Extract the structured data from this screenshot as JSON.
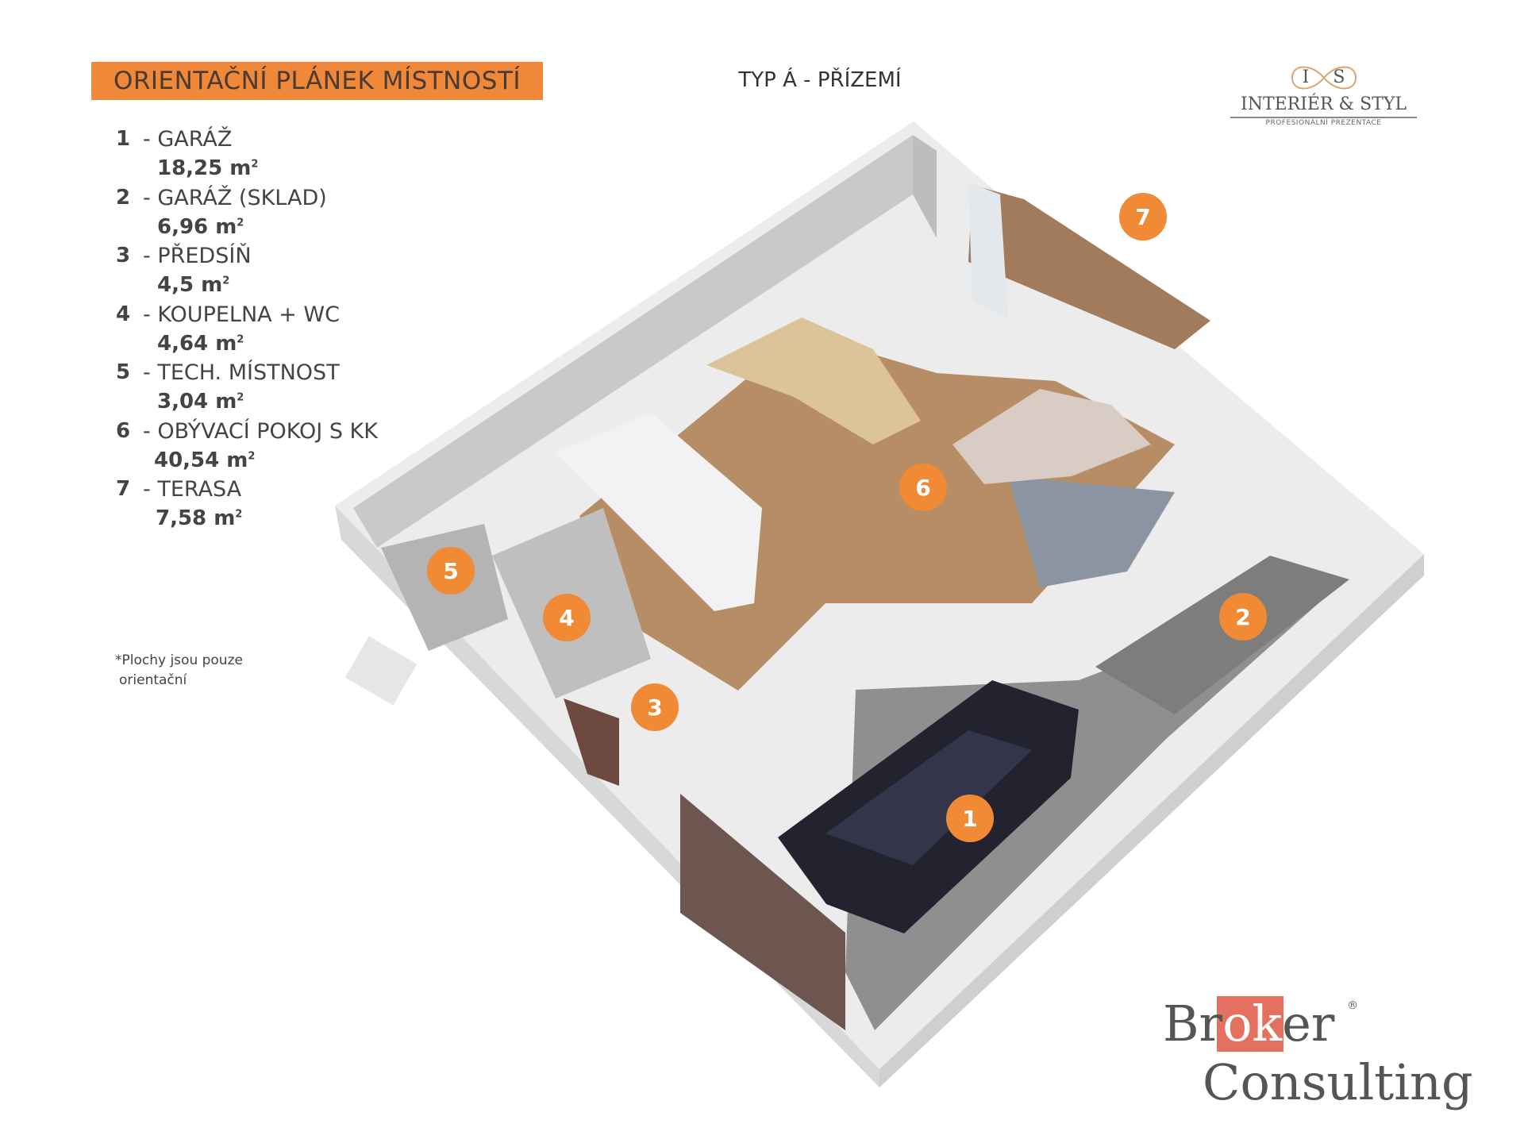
{
  "header": {
    "title": "ORIENTAČNÍ PLÁNEK MÍSTNOSTÍ",
    "type_title": "TYP Á - PŘÍZEMÍ"
  },
  "rooms": [
    {
      "number": "1",
      "name": "- GARÁŽ",
      "area": "18,25 m",
      "unit_sup": "2"
    },
    {
      "number": "2",
      "name": "- GARÁŽ (SKLAD)",
      "area": "6,96 m",
      "unit_sup": "2"
    },
    {
      "number": "3",
      "name": "- PŘEDSÍŇ",
      "area": "4,5 m",
      "unit_sup": "2"
    },
    {
      "number": "4",
      "name": "- KOUPELNA + WC",
      "area": "4,64 m",
      "unit_sup": "2"
    },
    {
      "number": "5",
      "name": "- TECH. MÍSTNOST",
      "area": "3,04 m",
      "unit_sup": "2"
    },
    {
      "number": "6",
      "name": "- OBÝVACÍ POKOJ S KK",
      "area": "40,54 m",
      "unit_sup": "2"
    },
    {
      "number": "7",
      "name": "- TERASA",
      "area": "7,58 m",
      "unit_sup": "2"
    }
  ],
  "note": {
    "line1": "*Plochy jsou pouze",
    "line2": "orientační"
  },
  "markers": [
    "1",
    "2",
    "3",
    "4",
    "5",
    "6",
    "7"
  ],
  "logos": {
    "interier": {
      "monogram_left": "I",
      "monogram_right": "S",
      "name": "INTERIÉR & STYL",
      "tagline": "PROFESIONÁLNÍ PREZENTACE"
    },
    "broker": {
      "line1_a": "Br",
      "line1_b": "ok",
      "line1_c": "er",
      "line2": "Consulting",
      "registered": "®"
    }
  },
  "colors": {
    "accent": "#f08a34",
    "broker_red": "#e4705f"
  }
}
